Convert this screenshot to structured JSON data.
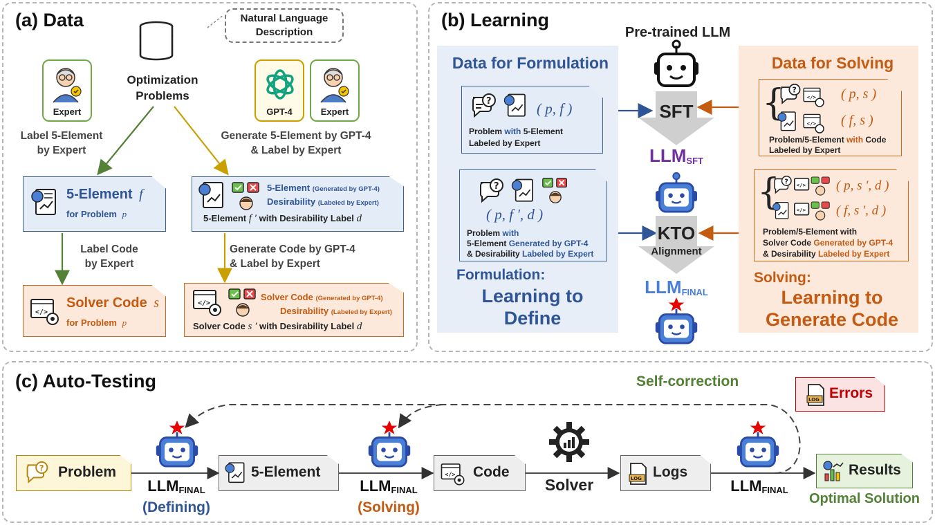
{
  "panel_a": {
    "title": "(a) Data",
    "nl_description": "Natural Language\nDescription",
    "opt_problems": "Optimization\nProblems",
    "expert_badge": "Expert",
    "gpt4_badge": "GPT-4",
    "expert_badge2": "Expert",
    "left_edge_label": "Label 5-Element\nby Expert",
    "right_edge_label": "Generate 5-Element by GPT-4\n& Label by Expert",
    "five_element_title": "5-Element",
    "five_element_sym": "f",
    "for_problem": "for Problem",
    "p_sym": "p",
    "gen_line1": "5-Element",
    "gen_line1_note": "(Generated by GPT-4)",
    "gen_line2": "Desirability",
    "gen_line2_note": "(Labeled by Expert)",
    "gen_line3": "5-Element",
    "gen_line3_sym": "f ′",
    "gen_line3_rest": "with Desirability Label",
    "d_sym": "d",
    "label_code": "Label Code\nby Expert",
    "gen_code": "Generate Code by GPT-4\n& Label by Expert",
    "solver_code_title": "Solver Code",
    "s_sym": "s",
    "sc_line1": "Solver Code",
    "sc_line1_note": "(Generated by GPT-4)",
    "sc_line2": "Desirability",
    "sc_line2_note": "(Labeled by Expert)",
    "sc_line3": "Solver Code",
    "sc_line3_sym": "s ′",
    "sc_line3_rest": "with Desirability Label"
  },
  "panel_b": {
    "title": "(b) Learning",
    "pretrained": "Pre-trained LLM",
    "data_formulation": "Data for Formulation",
    "data_solving": "Data for Solving",
    "card1_math": "( p,  f )",
    "card1_line1a": "Problem",
    "card1_line1b": "with",
    "card1_line1c": "5-Element",
    "card1_line2": "Labeled by Expert",
    "card2_math": "( p,  f ′,  d )",
    "card2_l1a": "Problem",
    "card2_l1b": "with",
    "card2_l2a": "5-Element",
    "card2_l2b": "Generated by GPT-4",
    "card2_l3a": "& Desirability",
    "card2_l3b": "Labeled by Expert",
    "sft": "SFT",
    "llm_sft_main": "LLM",
    "llm_sft_sub": "SFT",
    "kto": "KTO",
    "alignment": "Alignment",
    "llm_final_main": "LLM",
    "llm_final_sub": "FINAL",
    "card3_math1": "( p,  s )",
    "card3_math2": "( f,  s )",
    "card3_l1a": "Problem/5-Element",
    "card3_l1b": "with",
    "card3_l1c": "Code",
    "card3_l2": "Labeled by Expert",
    "card4_math1": "( p,  s ′,  d )",
    "card4_math2": "( f,  s ′,  d )",
    "card4_l1": "Problem/5-Element with",
    "card4_l2a": "Solver Code",
    "card4_l2b": "Generated by GPT-4",
    "card4_l3a": "& Desirability",
    "card4_l3b": "Labeled by Expert",
    "formulation_label": "Formulation:",
    "formulation_big": "Learning to\nDefine",
    "solving_label": "Solving:",
    "solving_big": "Learning to\nGenerate Code"
  },
  "panel_c": {
    "title": "(c) Auto-Testing",
    "self_correction": "Self-correction",
    "errors": "Errors",
    "problem": "Problem",
    "five_element": "5-Element",
    "code": "Code",
    "logs": "Logs",
    "results": "Results",
    "solver": "Solver",
    "llm_main": "LLM",
    "llm_sub": "FINAL",
    "defining": "(Defining)",
    "solving": "(Solving)",
    "optimal": "Optimal Solution",
    "log_tag": "LOG"
  },
  "colors": {
    "blue": "#2f5597",
    "orange": "#c55a11",
    "green": "#538135",
    "gold": "#b8860b",
    "purple": "#7030a0",
    "robot_blue": "#4a7fd6",
    "star_red": "#e60000"
  }
}
